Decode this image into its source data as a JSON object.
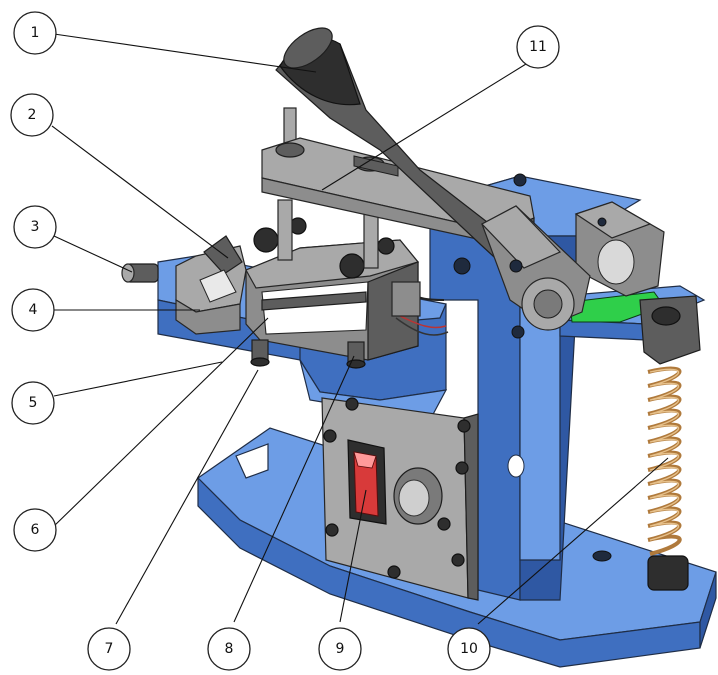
{
  "callouts": [
    {
      "label": "1"
    },
    {
      "label": "2"
    },
    {
      "label": "3"
    },
    {
      "label": "4"
    },
    {
      "label": "5"
    },
    {
      "label": "6"
    },
    {
      "label": "7"
    },
    {
      "label": "8"
    },
    {
      "label": "9"
    },
    {
      "label": "10"
    },
    {
      "label": "11"
    }
  ],
  "colors": {
    "frame": "#4a7fd2",
    "steel": "#8d8d8d",
    "switch": "#d83a3a",
    "pad": "#2fcf4a",
    "spring": "#b07a3c"
  }
}
